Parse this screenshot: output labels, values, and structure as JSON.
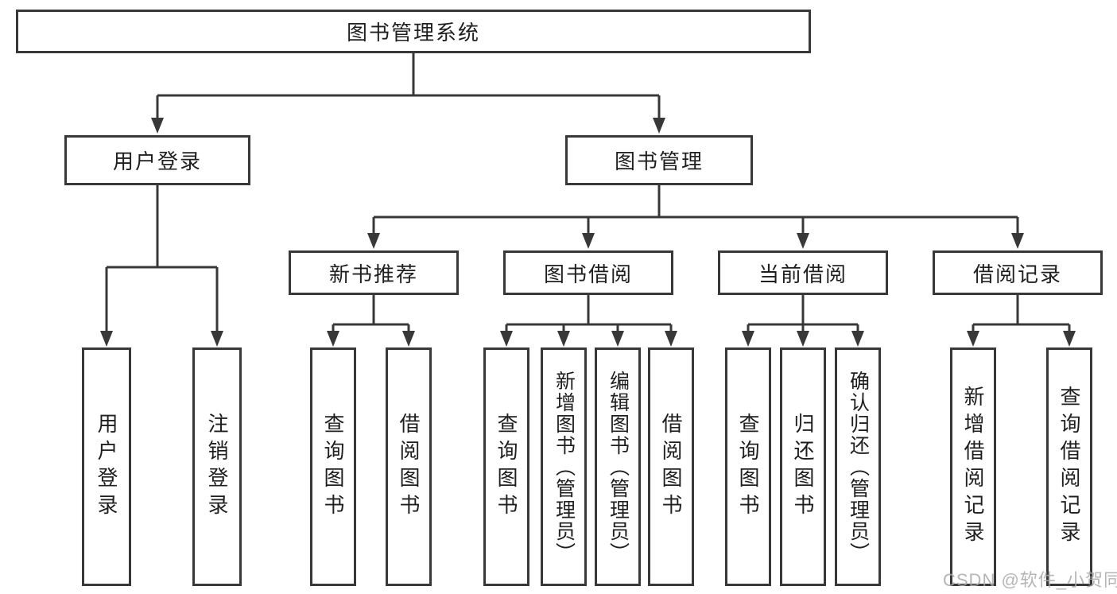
{
  "colors": {
    "box_border": "#383838",
    "box_fill": "#ffffff",
    "connector": "#383838",
    "text": "#1f1f1f",
    "watermark": "#a9a9a9",
    "background": "#ffffff"
  },
  "diagram_type": "hierarchy-tree",
  "tree": {
    "root": {
      "label": "图书管理系统",
      "children": [
        {
          "label": "用户登录",
          "children": [
            {
              "label": "用户登录"
            },
            {
              "label": "注销登录"
            }
          ]
        },
        {
          "label": "图书管理",
          "children": [
            {
              "label": "新书推荐",
              "children": [
                {
                  "label": "查询图书"
                },
                {
                  "label": "借阅图书"
                }
              ]
            },
            {
              "label": "图书借阅",
              "children": [
                {
                  "label": "查询图书"
                },
                {
                  "label": "新增图书（管理员）"
                },
                {
                  "label": "编辑图书（管理员）"
                },
                {
                  "label": "借阅图书"
                }
              ]
            },
            {
              "label": "当前借阅",
              "children": [
                {
                  "label": "查询图书"
                },
                {
                  "label": "归还图书"
                },
                {
                  "label": "确认归还（管理员）"
                }
              ]
            },
            {
              "label": "借阅记录",
              "children": [
                {
                  "label": "新增借阅记录"
                },
                {
                  "label": "查询借阅记录"
                }
              ]
            }
          ]
        }
      ]
    }
  },
  "watermark": {
    "text": "CSDN @软件_小贺同学"
  }
}
